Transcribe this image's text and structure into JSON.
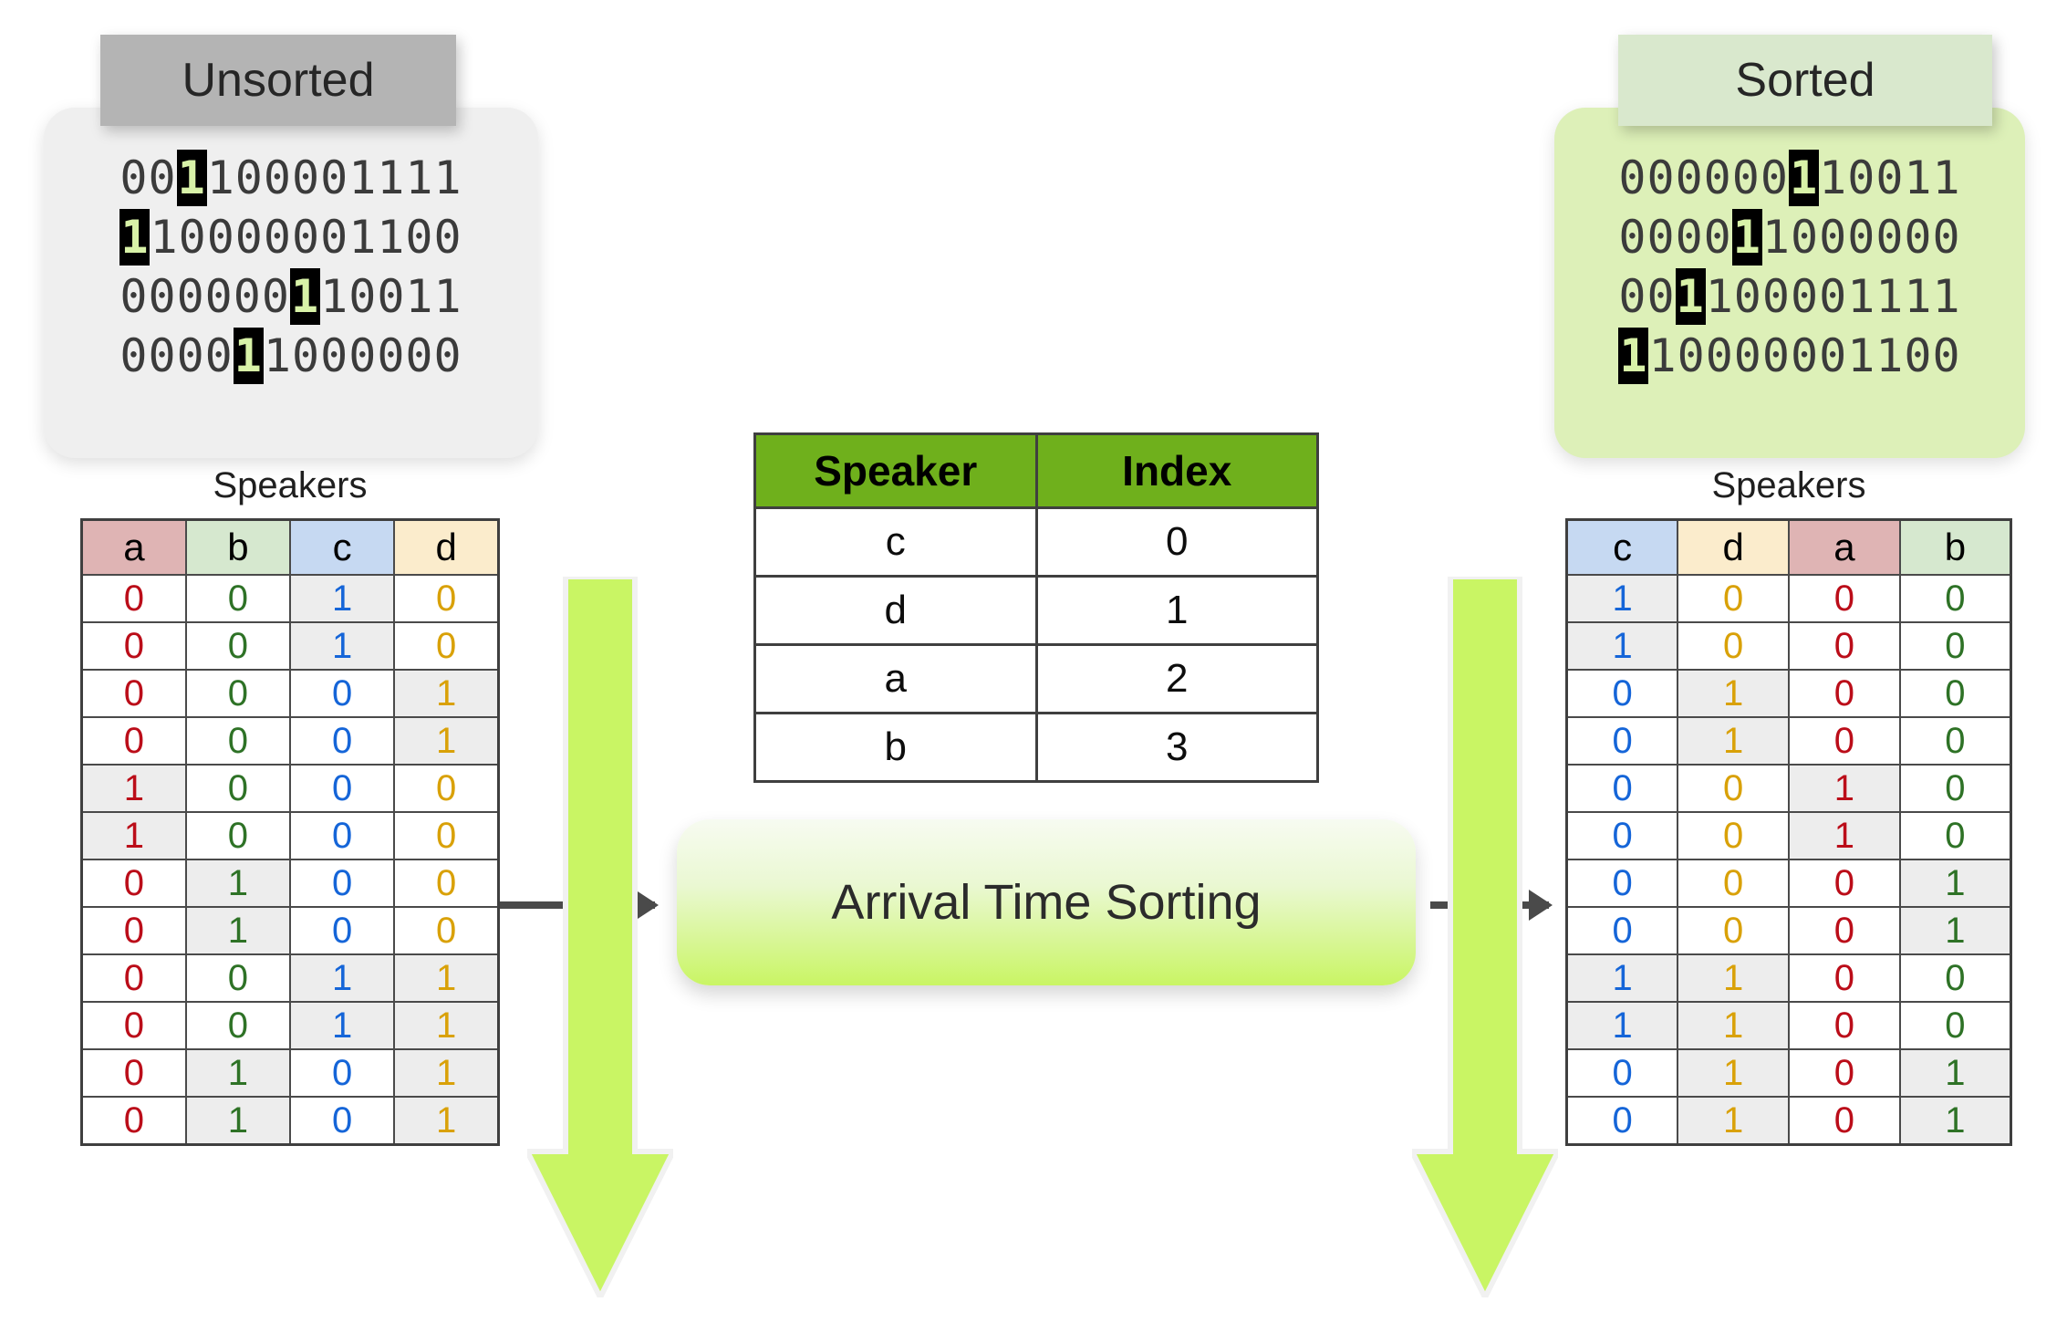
{
  "colors": {
    "green_arrow": "#c9f564",
    "header_green": "#6fb01c",
    "unsorted_tab_bg": "#b4b4b4",
    "sorted_tab_bg": "#d9e8cd",
    "unsorted_panel_bg": "#efefef",
    "sorted_panel_bg": "#ddf0b8",
    "speaker_a": "#bb0d19",
    "speaker_b": "#2e7226",
    "speaker_c": "#1565d8",
    "speaker_d": "#d9a108",
    "highlight_bg": "#000000",
    "highlight_fg": "#d8f2a8"
  },
  "unsorted_panel": {
    "tab_label": "Unsorted",
    "rows": [
      {
        "pre": "00",
        "hl": "1",
        "post": "100001111"
      },
      {
        "pre": "",
        "hl": "1",
        "post": "10000001100"
      },
      {
        "pre": "000000",
        "hl": "1",
        "post": "10011"
      },
      {
        "pre": "0000",
        "hl": "1",
        "post": "1000000"
      }
    ]
  },
  "sorted_panel": {
    "tab_label": "Sorted",
    "rows": [
      {
        "pre": "000000",
        "hl": "1",
        "post": "10011"
      },
      {
        "pre": "0000",
        "hl": "1",
        "post": "1000000"
      },
      {
        "pre": "00",
        "hl": "1",
        "post": "100001111"
      },
      {
        "pre": "",
        "hl": "1",
        "post": "10000001100"
      }
    ]
  },
  "left_matrix": {
    "caption": "Speakers",
    "headers": [
      "a",
      "b",
      "c",
      "d"
    ],
    "header_classes": [
      "hdr-a",
      "hdr-b",
      "hdr-c",
      "hdr-d"
    ],
    "cell_classes": [
      "cell-a",
      "cell-b",
      "cell-c",
      "cell-d"
    ],
    "rows": [
      [
        0,
        0,
        1,
        0
      ],
      [
        0,
        0,
        1,
        0
      ],
      [
        0,
        0,
        0,
        1
      ],
      [
        0,
        0,
        0,
        1
      ],
      [
        1,
        0,
        0,
        0
      ],
      [
        1,
        0,
        0,
        0
      ],
      [
        0,
        1,
        0,
        0
      ],
      [
        0,
        1,
        0,
        0
      ],
      [
        0,
        0,
        1,
        1
      ],
      [
        0,
        0,
        1,
        1
      ],
      [
        0,
        1,
        0,
        1
      ],
      [
        0,
        1,
        0,
        1
      ]
    ]
  },
  "right_matrix": {
    "caption": "Speakers",
    "headers": [
      "c",
      "d",
      "a",
      "b"
    ],
    "header_classes": [
      "hdr-c",
      "hdr-d",
      "hdr-a",
      "hdr-b"
    ],
    "cell_classes": [
      "cell-c",
      "cell-d",
      "cell-a",
      "cell-b"
    ],
    "rows": [
      [
        1,
        0,
        0,
        0
      ],
      [
        1,
        0,
        0,
        0
      ],
      [
        0,
        1,
        0,
        0
      ],
      [
        0,
        1,
        0,
        0
      ],
      [
        0,
        0,
        1,
        0
      ],
      [
        0,
        0,
        1,
        0
      ],
      [
        0,
        0,
        0,
        1
      ],
      [
        0,
        0,
        0,
        1
      ],
      [
        1,
        1,
        0,
        0
      ],
      [
        1,
        1,
        0,
        0
      ],
      [
        0,
        1,
        0,
        1
      ],
      [
        0,
        1,
        0,
        1
      ]
    ]
  },
  "index_table": {
    "headers": [
      "Speaker",
      "Index"
    ],
    "rows": [
      [
        "c",
        "0"
      ],
      [
        "d",
        "1"
      ],
      [
        "a",
        "2"
      ],
      [
        "b",
        "3"
      ]
    ]
  },
  "process": {
    "label": "Arrival Time Sorting"
  }
}
